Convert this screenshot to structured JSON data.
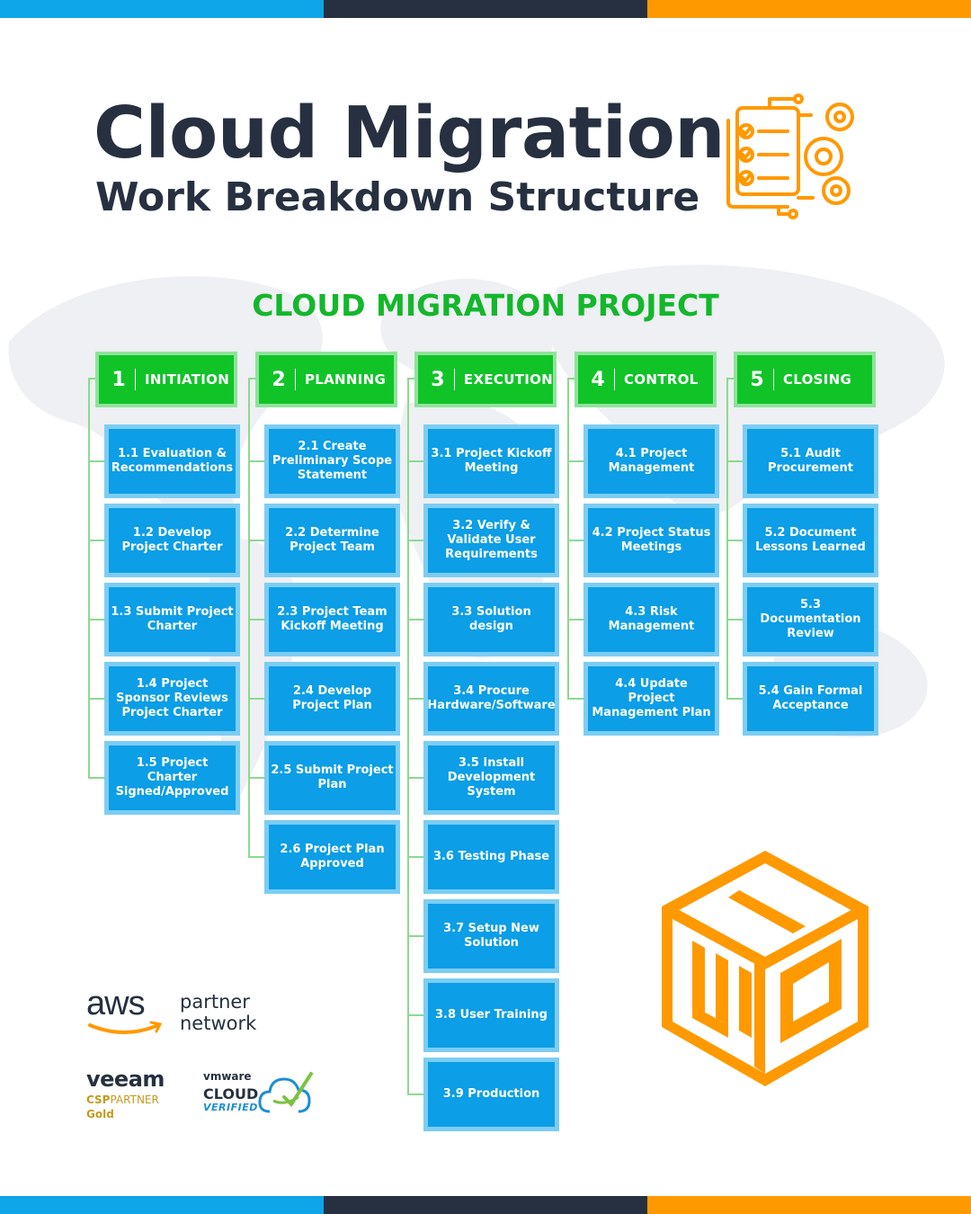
{
  "title": {
    "line1": "Cloud Migration",
    "line2": "Work Breakdown Structure"
  },
  "project_title": "CLOUD MIGRATION PROJECT",
  "colors": {
    "accent_blue": "#0ea5e9",
    "accent_dark": "#263040",
    "accent_orange": "#ff9900",
    "green": "#10c428",
    "task_blue": "#0c9ee6"
  },
  "icons": [
    "checklist-gears-icon",
    "cube-logo-icon",
    "aws-logo",
    "veeam-logo",
    "vmware-logo"
  ],
  "phases": [
    {
      "num": "1",
      "label": "INITIATION",
      "tasks": [
        "1.1 Evaluation & Recommendations",
        "1.2 Develop Project Charter",
        "1.3 Submit Project Charter",
        "1.4 Project Sponsor Reviews Project Charter",
        "1.5 Project Charter Signed/Approved"
      ]
    },
    {
      "num": "2",
      "label": "PLANNING",
      "tasks": [
        "2.1 Create Preliminary Scope Statement",
        "2.2 Determine Project Team",
        "2.3 Project Team Kickoff Meeting",
        "2.4 Develop Project Plan",
        "2.5 Submit Project Plan",
        "2.6 Project Plan Approved"
      ]
    },
    {
      "num": "3",
      "label": "EXECUTION",
      "tasks": [
        "3.1 Project Kickoff Meeting",
        "3.2 Verify & Validate User Requirements",
        "3.3 Solution design",
        "3.4 Procure Hardware/Software",
        "3.5 Install Development System",
        "3.6 Testing Phase",
        "3.7 Setup New Solution",
        "3.8 User Training",
        "3.9 Production"
      ]
    },
    {
      "num": "4",
      "label": "CONTROL",
      "tasks": [
        "4.1 Project Management",
        "4.2 Project Status Meetings",
        "4.3 Risk Management",
        "4.4 Update Project Management Plan"
      ]
    },
    {
      "num": "5",
      "label": "CLOSING",
      "tasks": [
        "5.1 Audit Procurement",
        "5.2 Document Lessons Learned",
        "5.3 Documentation Review",
        "5.4 Gain Formal Acceptance"
      ]
    }
  ],
  "partners": {
    "aws": {
      "word": "aws",
      "line1": "partner",
      "line2": "network"
    },
    "veeam": {
      "word": "veeam",
      "line1": "CSP",
      "line1b": "PARTNER",
      "line2": "Gold"
    },
    "vmware": {
      "word": "vmware",
      "line1": "CLOUD",
      "line2": "VERIFIED"
    }
  }
}
